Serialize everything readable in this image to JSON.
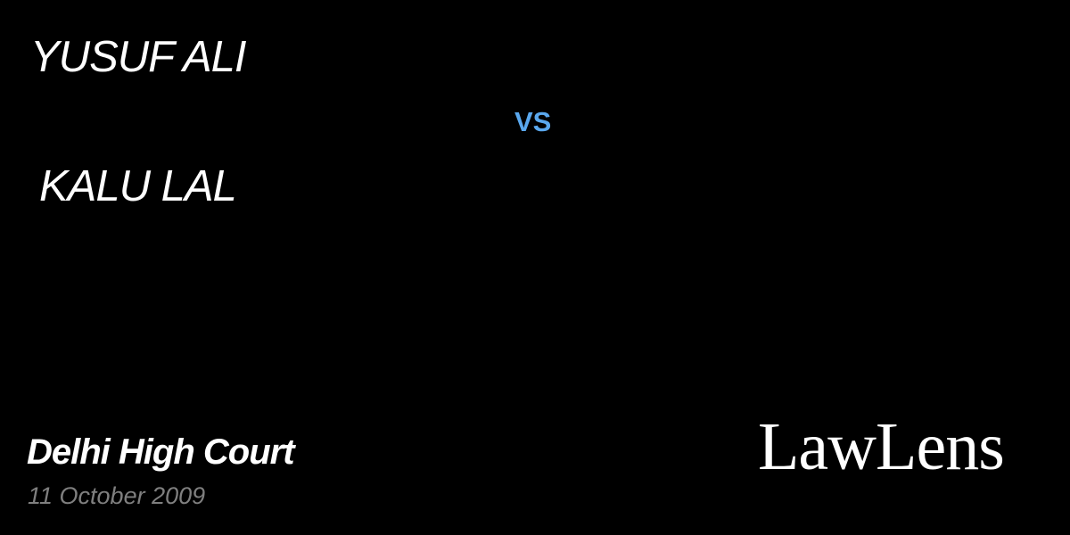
{
  "case": {
    "petitioner": "YUSUF ALI",
    "versus": "VS",
    "respondent": "KALU LAL"
  },
  "court": "Delhi High Court",
  "date": "11 October 2009",
  "brand": {
    "name": "LawLens"
  },
  "colors": {
    "background": "#000000",
    "text": "#ffffff",
    "accent": "#5aa8ee",
    "muted": "#7f7f7f"
  }
}
